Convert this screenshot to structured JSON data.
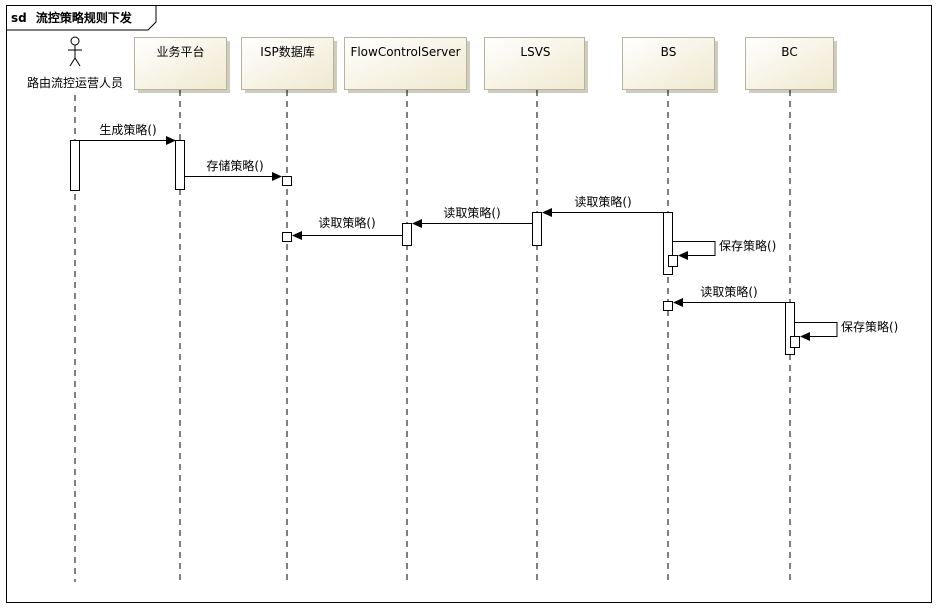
{
  "frame": {
    "keyword": "sd",
    "title": "流控策略规则下发"
  },
  "actor": {
    "name": "路由流控运营人员"
  },
  "lifelines": [
    {
      "id": "biz",
      "label": "业务平台"
    },
    {
      "id": "isp",
      "label": "ISP数据库"
    },
    {
      "id": "fcs",
      "label": "FlowControlServer"
    },
    {
      "id": "lsvs",
      "label": "LSVS"
    },
    {
      "id": "bs",
      "label": "BS"
    },
    {
      "id": "bc",
      "label": "BC"
    }
  ],
  "messages": [
    {
      "from": "actor",
      "to": "biz",
      "label": "生成策略()"
    },
    {
      "from": "biz",
      "to": "isp",
      "label": "存储策略()"
    },
    {
      "from": "bs",
      "to": "lsvs",
      "label": "读取策略()"
    },
    {
      "from": "lsvs",
      "to": "fcs",
      "label": "读取策略()"
    },
    {
      "from": "fcs",
      "to": "isp",
      "label": "读取策略()"
    },
    {
      "from": "bs",
      "to": "bs",
      "label": "保存策略()"
    },
    {
      "from": "bc",
      "to": "bs",
      "label": "读取策略()"
    },
    {
      "from": "bc",
      "to": "bc",
      "label": "保存策略()"
    }
  ],
  "colors": {
    "box_fill": "#f4f0e0",
    "box_shadow": "#d9d6cc",
    "line": "#000000"
  }
}
